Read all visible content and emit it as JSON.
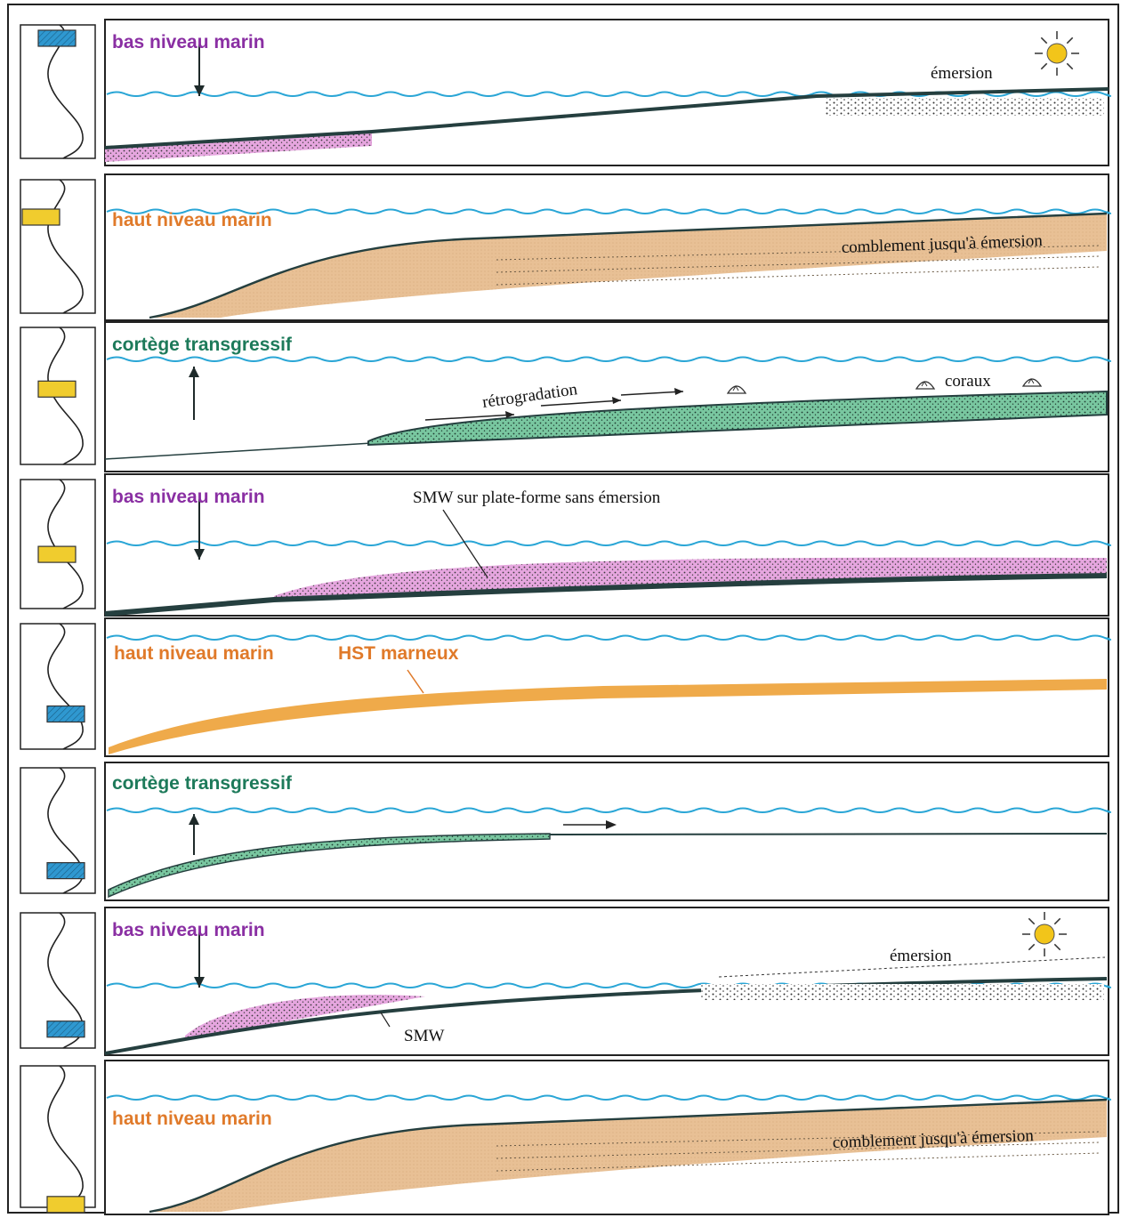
{
  "colors": {
    "water": "#2aa6d6",
    "lowstand_label": "#8a2fa3",
    "highstand_label": "#e07a2a",
    "transgressive_label": "#1d7a5a",
    "pink_deposit": "#e6a6df",
    "tan_deposit": "#e8c095",
    "orange_marl": "#efaa4a",
    "green_deposit": "#79c7a0",
    "dark_layer": "#253f3f",
    "yellow_box": "#f0cc2e",
    "blue_box": "#2f98d0",
    "sun": "#f2c51a"
  },
  "panels": [
    {
      "title": "bas niveau marin",
      "tone": "low",
      "arrow": "down",
      "annotations": [
        "émersion"
      ],
      "curve_box": "blue"
    },
    {
      "title": "haut niveau marin",
      "tone": "high",
      "arrow": "none",
      "annotations": [
        "comblement jusqu'à émersion"
      ],
      "curve_box": "yellow"
    },
    {
      "title": "cortège transgressif",
      "tone": "trans",
      "arrow": "up",
      "annotations": [
        "rétrogradation",
        "coraux"
      ],
      "curve_box": "yellow"
    },
    {
      "title": "bas niveau marin",
      "tone": "low",
      "arrow": "down",
      "annotations": [
        "SMW sur plate-forme sans émersion"
      ],
      "curve_box": "yellow"
    },
    {
      "title": "haut niveau marin",
      "tone": "high",
      "arrow": "none",
      "annotations": [
        "HST marneux"
      ],
      "curve_box": "blue"
    },
    {
      "title": "cortège transgressif",
      "tone": "trans",
      "arrow": "up",
      "annotations": [],
      "curve_box": "blue"
    },
    {
      "title": "bas niveau marin",
      "tone": "low",
      "arrow": "down",
      "annotations": [
        "émersion",
        "SMW"
      ],
      "curve_box": "blue"
    },
    {
      "title": "haut niveau marin",
      "tone": "high",
      "arrow": "none",
      "annotations": [
        "comblement jusqu'à émersion"
      ],
      "curve_box": "yellow"
    }
  ]
}
